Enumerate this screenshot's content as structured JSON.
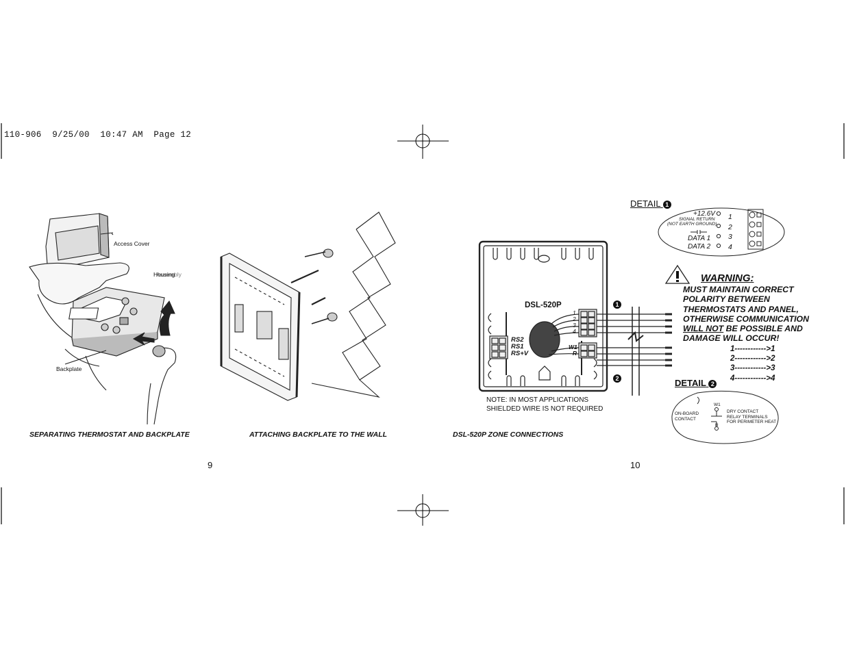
{
  "print_slug": "110-906  9/25/00  10:47 AM  Page 12",
  "left_page": {
    "figure1": {
      "label_access_cover": "Access Cover",
      "label_housing": "Housing",
      "label_assembly": "Assembly",
      "label_backplate": "Backplate",
      "caption": "SEPARATING THERMOSTAT AND BACKPLATE"
    },
    "figure2": {
      "caption": "ATTACHING BACKPLATE TO THE WALL"
    },
    "page_number": "9"
  },
  "right_page": {
    "figure3": {
      "model_label": "DSL-520P",
      "left_terminals": [
        "RS2",
        "RS1",
        "RS+V"
      ],
      "right_terminals": [
        "1",
        "2",
        "3",
        "4"
      ],
      "relay_terminals": [
        "W1",
        "R"
      ],
      "callout_1": "1",
      "callout_2": "2",
      "note_line1": "NOTE: IN MOST APPLICATIONS",
      "note_line2": "SHIELDED WIRE IS NOT REQUIRED",
      "caption": "DSL-520P ZONE CONNECTIONS"
    },
    "detail1": {
      "heading": "DETAIL",
      "number": "1",
      "signals": [
        "+12.6V",
        "SIGNAL RETURN",
        "(NOT EARTH GROUND)",
        "DATA 1",
        "DATA 2"
      ],
      "terminals": [
        "1",
        "2",
        "3",
        "4"
      ]
    },
    "warning": {
      "title": "WARNING:",
      "lines": [
        "MUST MAINTAIN CORRECT",
        "POLARITY BETWEEN",
        "THERMOSTATS AND PANEL,",
        "OTHERWISE COMMUNICATION"
      ],
      "line5_underlined": "WILL NOT",
      "line5_rest": " BE POSSIBLE AND",
      "line6": "DAMAGE WILL OCCUR!",
      "mapping": [
        "1------------>1",
        "2------------>2",
        "3------------>3",
        "4------------>4"
      ]
    },
    "detail2": {
      "heading": "DETAIL",
      "number": "2",
      "onboard_line1": "ON-BOARD",
      "onboard_line2": "CONTACT",
      "w1": "W1",
      "r": "R",
      "desc_line1": "DRY CONTACT",
      "desc_line2": "RELAY TERMINALS",
      "desc_line3": "FOR PERIMETER HEAT"
    },
    "page_number": "10"
  }
}
